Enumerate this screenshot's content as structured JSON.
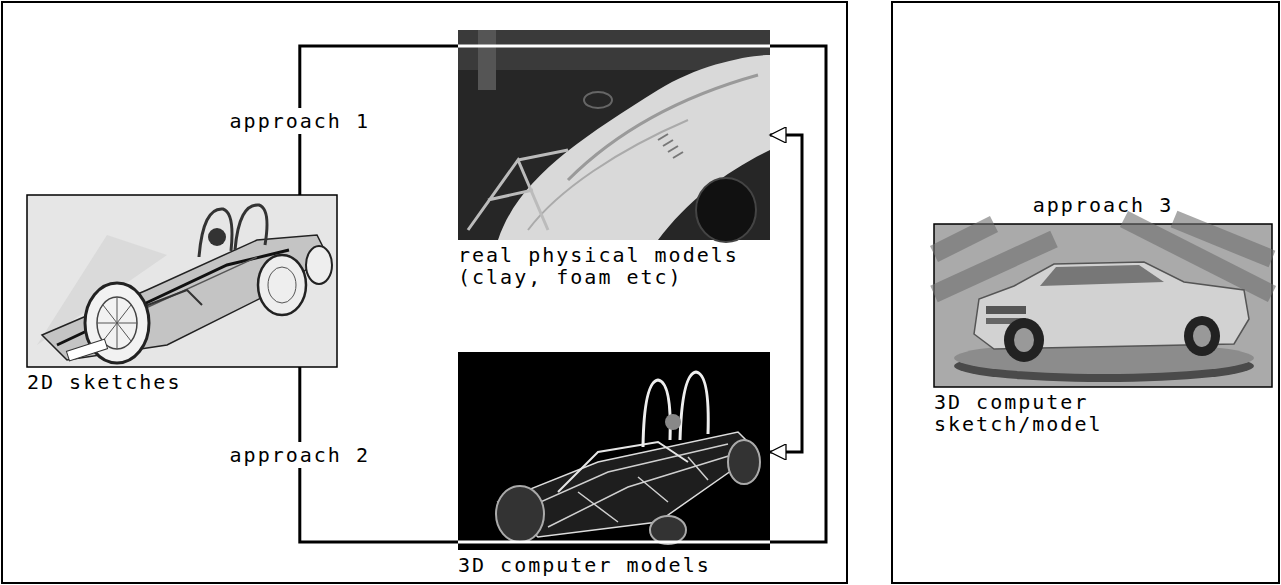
{
  "diagram": {
    "nodes": [
      {
        "text": [
          "2D sketches"
        ]
      },
      {
        "text": [
          "real physical models (clay, foam etc)"
        ]
      },
      {
        "text": [
          "3D computer models"
        ]
      },
      {
        "text": [
          "approach 3",
          "3D computer sketch/model"
        ]
      }
    ],
    "edges": [
      {
        "from": 0,
        "to": 1,
        "arrow": "none",
        "label": "approach 1"
      },
      {
        "from": 0,
        "to": 2,
        "arrow": "none",
        "label": "approach 2"
      },
      {
        "from": 1,
        "to": 2,
        "arrow": "both"
      },
      {
        "from": 1,
        "to": 2,
        "arrow": "none"
      }
    ]
  }
}
